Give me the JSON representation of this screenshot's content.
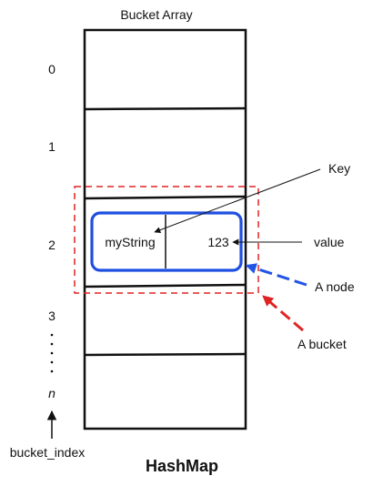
{
  "diagram": {
    "header": "Bucket Array",
    "title": "HashMap",
    "index_axis_label": "bucket_index",
    "indices": [
      "0",
      "1",
      "2",
      "3",
      "n"
    ],
    "ellipsis": "⋮",
    "node": {
      "key_text": "myString",
      "value_text": "123"
    },
    "callouts": {
      "key": "Key",
      "value": "value",
      "node": "A node",
      "bucket": "A bucket"
    },
    "colors": {
      "outline": "#111111",
      "node_border": "#1f4fe0",
      "node_arrow": "#2255e6",
      "bucket_border": "#e02424",
      "bucket_arrow": "#e02424"
    }
  }
}
